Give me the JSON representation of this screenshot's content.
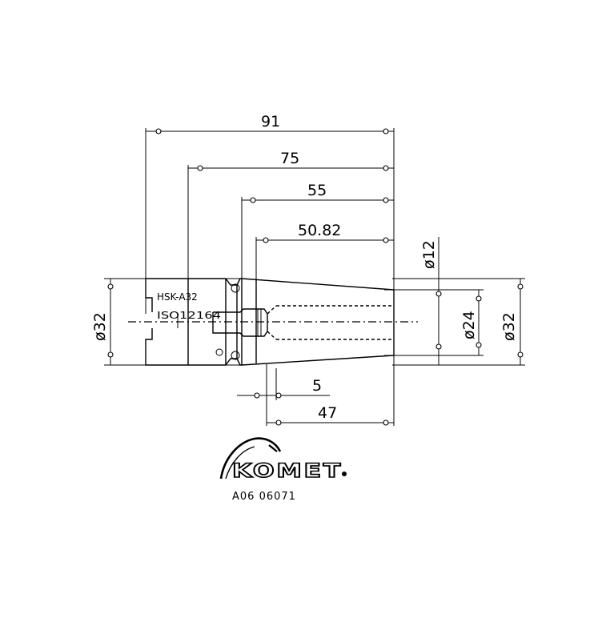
{
  "dimensions": {
    "d91": "91",
    "d75": "75",
    "d55": "55",
    "d5082": "50.82",
    "d12": "ø12",
    "d32_left": "ø32",
    "d24": "ø24",
    "d32_right": "ø32",
    "d5": "5",
    "d47": "47"
  },
  "labels": {
    "hsk": "HSK-A32",
    "iso": "ISO12164"
  },
  "logo": {
    "brand": "KOMET"
  },
  "part_code": "A06 06071"
}
